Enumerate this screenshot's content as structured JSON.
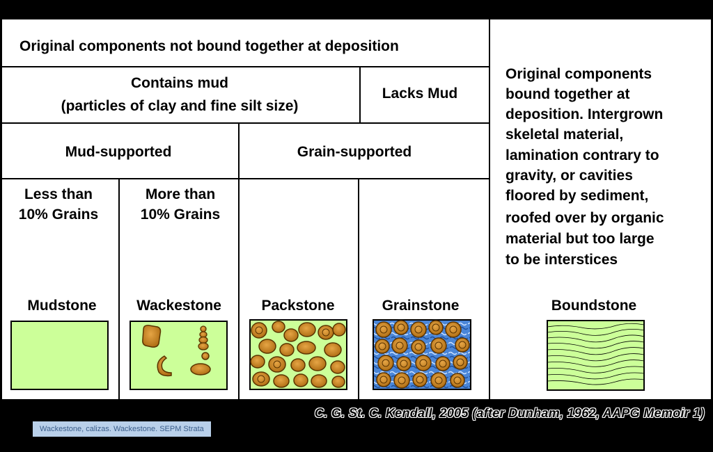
{
  "headers": {
    "not_bound": "Original components not bound together at deposition",
    "contains_mud_line1": "Contains mud",
    "contains_mud_line2": "(particles of clay and fine silt size)",
    "lacks_mud": "Lacks Mud",
    "mud_supported": "Mud-supported",
    "grain_supported": "Grain-supported",
    "less_than_line1": "Less than",
    "less_than_line2": "10% Grains",
    "more_than_line1": "More than",
    "more_than_line2": "10% Grains",
    "bound_description": [
      "Original components",
      "bound together at",
      "deposition. Intergrown",
      "skeletal material,",
      "lamination contrary to",
      "gravity, or cavities",
      "floored by sediment,",
      "roofed over by organic",
      "material but too large",
      "to be interstices"
    ]
  },
  "rock_types": {
    "mudstone": "Mudstone",
    "wackestone": "Wackestone",
    "packstone": "Packstone",
    "grainstone": "Grainstone",
    "boundstone": "Boundstone"
  },
  "citation": "C. G. St. C. Kendall, 2005 (after Dunham, 1962, AAPG Memoir 1)",
  "caption": "Wackestone, calizas. Wackestone. SEPM Strata",
  "colors": {
    "mud_fill": "#ccff99",
    "grain_fill": "#cc8a22",
    "pore_fill": "#3a6fc4",
    "grain_stroke": "#5a3300"
  }
}
